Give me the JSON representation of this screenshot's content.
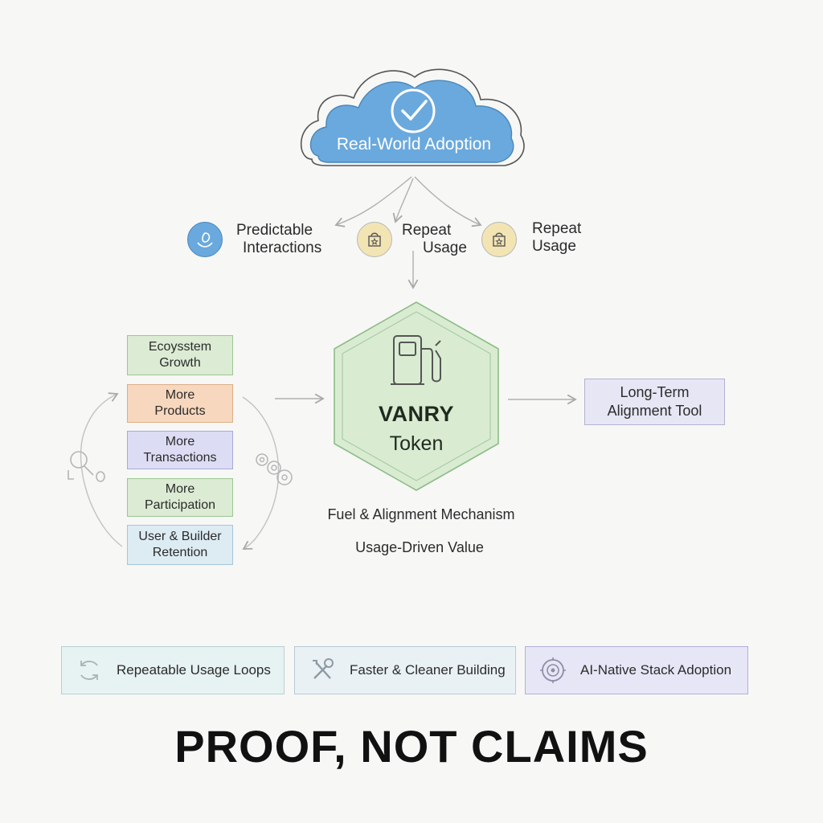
{
  "cloud": {
    "label": "Real-World Adoption"
  },
  "benefits": [
    {
      "line1": "Predictable",
      "line2": "Interactions",
      "icon": "leaf-hands-icon"
    },
    {
      "line1": "Repeat",
      "line2": "Usage",
      "icon": "shopping-bag-icon"
    },
    {
      "line1": "Repeat",
      "line2": "Usage",
      "icon": "shopping-bag-icon"
    }
  ],
  "token": {
    "title": "VANRY",
    "subtitle": "Token",
    "caption1": "Fuel & Alignment Mechanism",
    "caption2": "Usage-Driven Value",
    "icon": "fuel-pump-icon"
  },
  "stack": [
    {
      "line1": "Ecoysstem",
      "line2": "Growth",
      "color": "#dcebd3"
    },
    {
      "line1": "More",
      "line2": "Products",
      "color": "#f7d7bd"
    },
    {
      "line1": "More",
      "line2": "Transactions",
      "color": "#dcdcf4"
    },
    {
      "line1": "More",
      "line2": "Participation",
      "color": "#dcebd3"
    },
    {
      "line1": "User & Builder",
      "line2": "Retention",
      "color": "#ddebf3"
    }
  ],
  "alignment": {
    "line1": "Long-Term",
    "line2": "Alignment Tool"
  },
  "pills": [
    {
      "label": "Repeatable Usage Loops",
      "icon": "refresh-icon",
      "color": "#e7f2f2"
    },
    {
      "label": "Faster & Cleaner Building",
      "icon": "tools-icon",
      "color": "#e9f1f5"
    },
    {
      "label": "AI-Native Stack Adoption",
      "icon": "ai-chip-icon",
      "color": "#e7e6f6"
    }
  ],
  "headline": "PROOF, NOT CLAIMS",
  "colors": {
    "cloud": "#6aa9dd",
    "token_fill": "#d9ecd2",
    "token_border": "#8dbd86",
    "benefit_blue": "#6aa9dd",
    "benefit_gold": "#f3e4b4"
  }
}
